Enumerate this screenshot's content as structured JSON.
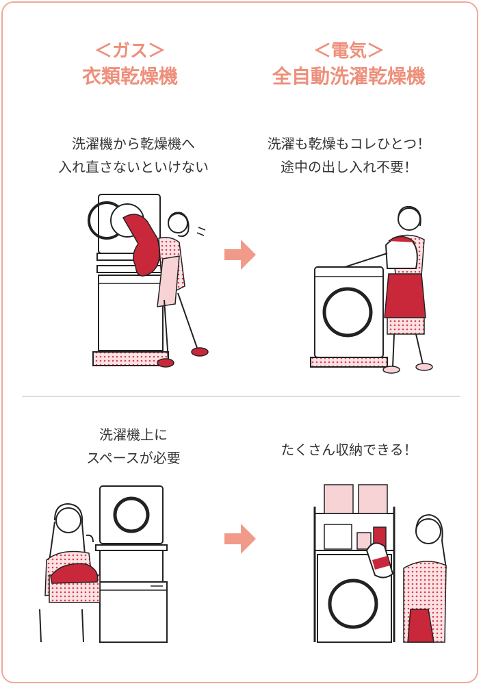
{
  "top_left": {
    "heading_line1": "＜ガス＞",
    "heading_line2": "衣類乾燥機",
    "desc_line1": "洗濯機から乾燥機へ",
    "desc_line2": "入れ直さないといけない"
  },
  "top_right": {
    "heading_line1": "＜電気＞",
    "heading_line2": "全自動洗濯乾燥機",
    "desc_line1": "洗濯も乾燥もコレひとつ！",
    "desc_line2": "途中の出し入れ不要！"
  },
  "bottom_left": {
    "desc_line1": "洗濯機上に",
    "desc_line2": "スペースが必要"
  },
  "bottom_right": {
    "desc_line1": "たくさん収納できる！"
  },
  "colors": {
    "accent": "#ee8f7b",
    "border": "#f0a898",
    "arrow": "#f29a8a",
    "red": "#c8283a",
    "pink": "#f7d3d6",
    "line": "#222222",
    "divider": "#dddddd"
  }
}
